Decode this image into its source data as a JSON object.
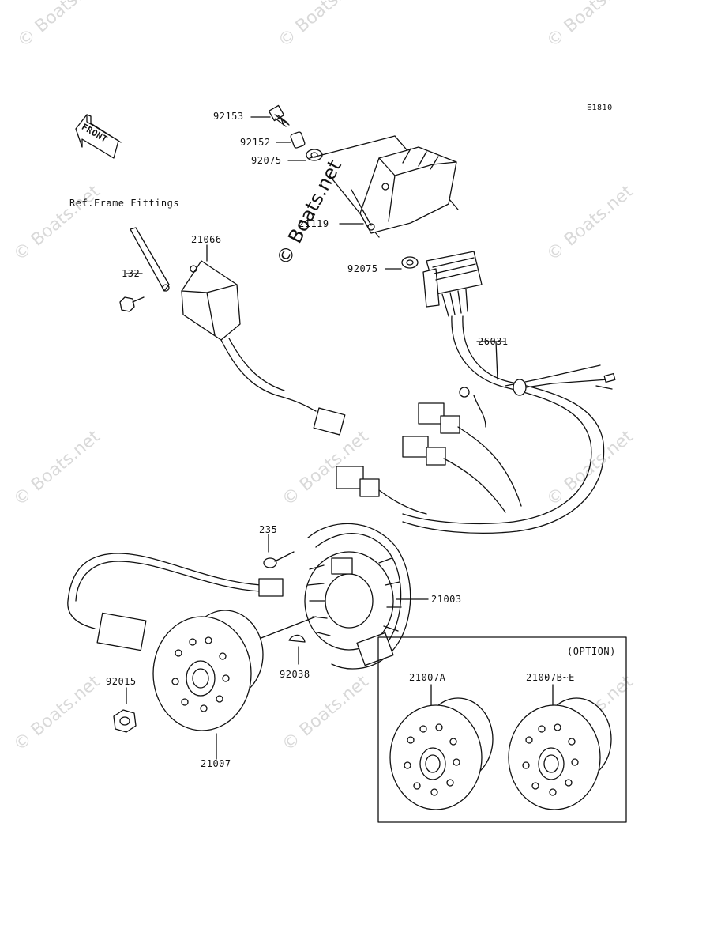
{
  "diagram_code": "E1810",
  "front_label": "FRONT",
  "ref_note": "Ref.Frame Fittings",
  "option_label": "(OPTION)",
  "watermark": "© Boats.net",
  "watermark_main": "© Boats.net",
  "parts": {
    "p92153": "92153",
    "p92152": "92152",
    "p92075a": "92075",
    "p21119": "21119",
    "p92075b": "92075",
    "p21066": "21066",
    "p132": "132",
    "p26031": "26031",
    "p235": "235",
    "p21003": "21003",
    "p92038": "92038",
    "p92015": "92015",
    "p21007": "21007",
    "p21007A": "21007A",
    "p21007BE": "21007B~E"
  }
}
